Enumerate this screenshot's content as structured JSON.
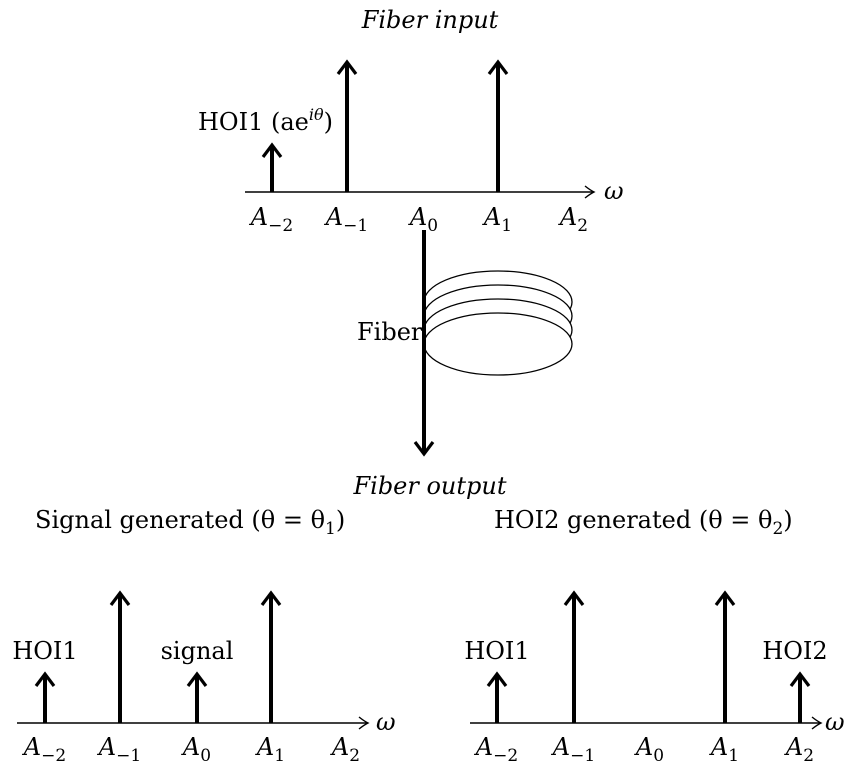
{
  "top": {
    "title": "Fiber input",
    "hoi_label": "HOI1 (ae",
    "hoi_sup": "iθ",
    "hoi_close": ")",
    "omega": "ω",
    "ticks": [
      {
        "base": "A",
        "sub": "−2"
      },
      {
        "base": "A",
        "sub": "−1"
      },
      {
        "base": "A",
        "sub": "0"
      },
      {
        "base": "A",
        "sub": "1"
      },
      {
        "base": "A",
        "sub": "2"
      }
    ]
  },
  "fiber": {
    "label": "Fiber"
  },
  "output": {
    "title": "Fiber output",
    "left": {
      "heading": "Signal generated (θ = θ",
      "heading_sub": "1",
      "heading_close": ")",
      "label_hoi": "HOI1",
      "label_signal": "signal",
      "omega": "ω",
      "ticks": [
        {
          "base": "A",
          "sub": "−2"
        },
        {
          "base": "A",
          "sub": "−1"
        },
        {
          "base": "A",
          "sub": "0"
        },
        {
          "base": "A",
          "sub": "1"
        },
        {
          "base": "A",
          "sub": "2"
        }
      ]
    },
    "right": {
      "heading": "HOI2 generated (θ = θ",
      "heading_sub": "2",
      "heading_close": ")",
      "label_hoi1": "HOI1",
      "label_hoi2": "HOI2",
      "omega": "ω",
      "ticks": [
        {
          "base": "A",
          "sub": "−2"
        },
        {
          "base": "A",
          "sub": "−1"
        },
        {
          "base": "A",
          "sub": "0"
        },
        {
          "base": "A",
          "sub": "1"
        },
        {
          "base": "A",
          "sub": "2"
        }
      ]
    }
  }
}
